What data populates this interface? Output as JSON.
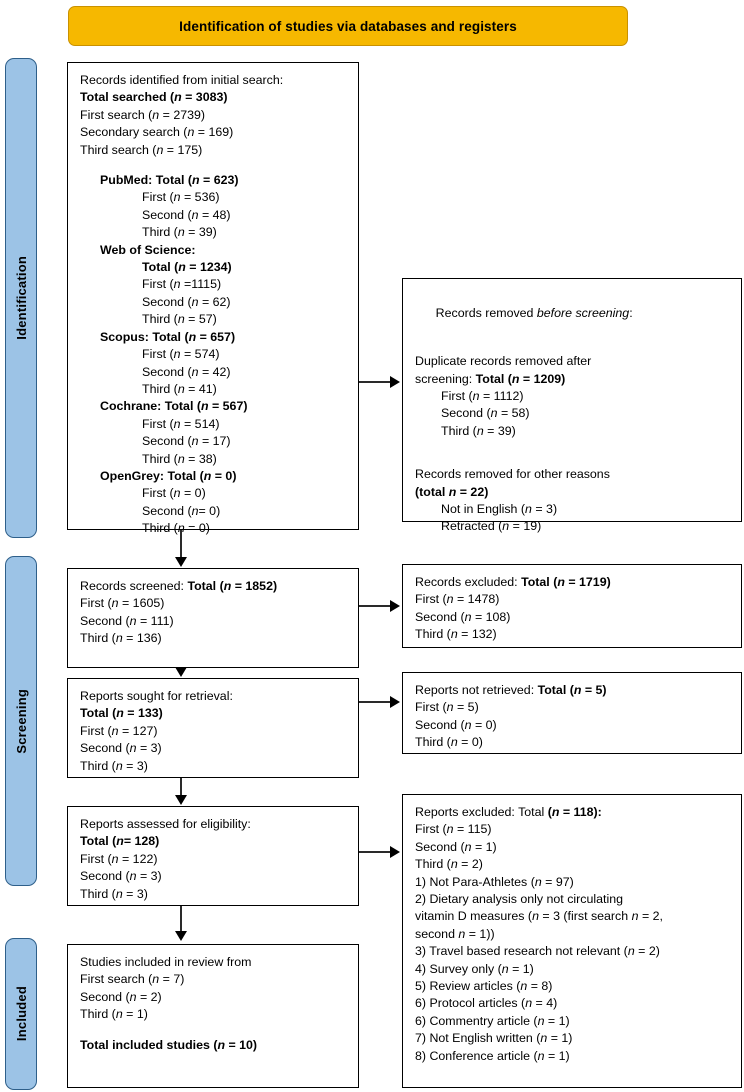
{
  "banner": {
    "title": "Identification of studies via databases and registers"
  },
  "phases": [
    {
      "name": "identification",
      "label": "Identification"
    },
    {
      "name": "screening",
      "label": "Screening"
    },
    {
      "name": "included",
      "label": "Included"
    }
  ],
  "boxes": {
    "identified": {
      "name": "records-identified-box",
      "lines": [
        "Records identified from initial search:",
        "Total searched (n = 3083)",
        "First search (n = 2739)",
        "Secondary search (n = 169)",
        "Third search (n = 175)",
        "",
        "PubMed: Total (n = 623)",
        "First (n = 536)",
        "Second (n = 48)",
        "Third (n = 39)",
        "Web of Science:",
        "Total (n = 1234)",
        "First (n =1115)",
        "Second (n = 62)",
        "Third (n = 57)",
        "Scopus: Total (n = 657)",
        "First (n = 574)",
        "Second (n = 42)",
        "Third (n = 41)",
        "Cochrane: Total (n = 567)",
        "First (n = 514)",
        "Second (n = 17)",
        "Third (n = 38)",
        "OpenGrey: Total (n = 0)",
        "First (n = 0)",
        "Second (n= 0)",
        "Third (n = 0)"
      ]
    },
    "removed": {
      "name": "records-removed-box",
      "heading": "Records removed before screening:",
      "heading_plain": "Records removed ",
      "heading_italic": "before screening",
      "heading_tail": ":",
      "lines": [
        "Duplicate records removed after",
        "screening: Total (n = 1209)",
        "First (n = 1112)",
        "Second (n = 58)",
        "Third (n = 39)",
        "",
        "Records removed for other reasons",
        "(total n = 22)",
        "Not in English (n = 3)",
        "Retracted (n = 19)"
      ]
    },
    "screened": {
      "name": "records-screened-box",
      "lines": [
        "Records screened: Total (n = 1852)",
        "First (n = 1605)",
        "Second (n = 111)",
        "Third (n = 136)"
      ]
    },
    "excluded": {
      "name": "records-excluded-box",
      "lines": [
        "Records excluded: Total (n = 1719)",
        "First (n = 1478)",
        "Second (n = 108)",
        "Third (n = 132)"
      ]
    },
    "sought": {
      "name": "reports-sought-box",
      "lines": [
        "Reports sought for retrieval:",
        "Total (n = 133)",
        "First (n = 127)",
        "Second (n = 3)",
        "Third (n = 3)"
      ]
    },
    "notretrieved": {
      "name": "reports-not-retrieved-box",
      "lines": [
        "Reports not retrieved: Total (n = 5)",
        "First (n = 5)",
        "Second (n = 0)",
        "Third (n = 0)"
      ]
    },
    "assessed": {
      "name": "reports-assessed-box",
      "lines": [
        "Reports assessed for eligibility:",
        "Total (n= 128)",
        "First (n = 122)",
        "Second (n = 3)",
        "Third (n = 3)"
      ]
    },
    "reportsexcluded": {
      "name": "reports-excluded-box",
      "lines": [
        "Reports excluded: Total (n = 118):",
        "First (n = 115)",
        "Second (n = 1)",
        "Third (n = 2)",
        "1) Not Para-Athletes (n = 97)",
        "2) Dietary analysis only not circulating",
        "vitamin D measures (n = 3 (first search n = 2,",
        "second n = 1))",
        "3) Travel based research not relevant (n = 2)",
        "4) Survey only (n = 1)",
        "5) Review articles (n = 8)",
        "6) Protocol articles (n = 4)",
        "6) Commentry article (n = 1)",
        "7) Not English written (n = 1)",
        "8) Conference article (n = 1)"
      ]
    },
    "included": {
      "name": "studies-included-box",
      "lines": [
        "Studies included in review from",
        "First search (n = 7)",
        "Second (n = 2)",
        "Third (n = 1)",
        "",
        "Total included studies (n = 10)"
      ]
    }
  },
  "colors": {
    "banner_fill": "#F6B800",
    "banner_border": "#C99100",
    "phase_fill": "#9CC3E6",
    "phase_border": "#2E5F8A",
    "box_border": "#000000",
    "connector": "#2A2A2A"
  }
}
